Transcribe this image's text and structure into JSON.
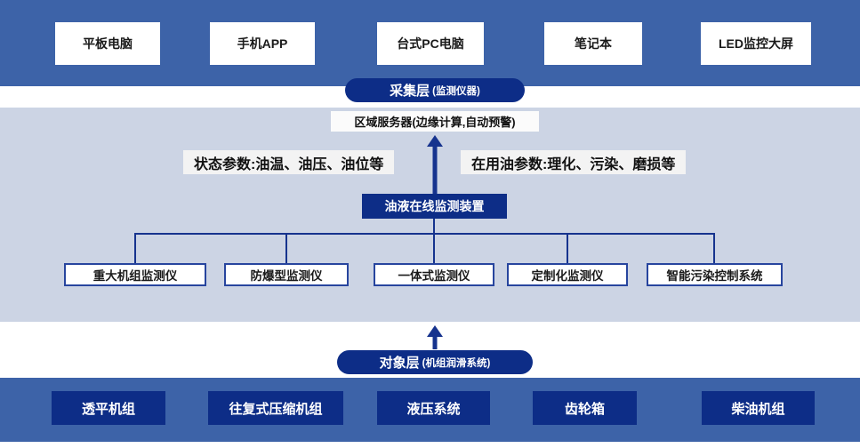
{
  "presentation": {
    "devices": [
      "平板电脑",
      "手机APP",
      "台式PC电脑",
      "笔记本",
      "LED监控大屏"
    ]
  },
  "collection": {
    "title": "采集层",
    "subtitle": "(监测仪器)",
    "server": "区域服务器(边缘计算,自动预警)"
  },
  "monitoring": {
    "param_left": "状态参数:油温、油压、油位等",
    "param_right": "在用油参数:理化、污染、磨损等",
    "device": "油液在线监测装置",
    "monitors": [
      "重大机组监测仪",
      "防爆型监测仪",
      "一体式监测仪",
      "定制化监测仪",
      "智能污染控制系统"
    ]
  },
  "object_layer": {
    "title": "对象层",
    "subtitle": "(机组润滑系统)",
    "units": [
      "透平机组",
      "往复式压缩机组",
      "液压系统",
      "齿轮箱",
      "柴油机组"
    ]
  },
  "colors": {
    "band_blue": "#3d63a8",
    "band_light": "#ccd4e4",
    "navy": "#0d2d87",
    "line": "#16338e",
    "monitor_border": "#27459e",
    "label_bg": "#f3f3f3"
  }
}
